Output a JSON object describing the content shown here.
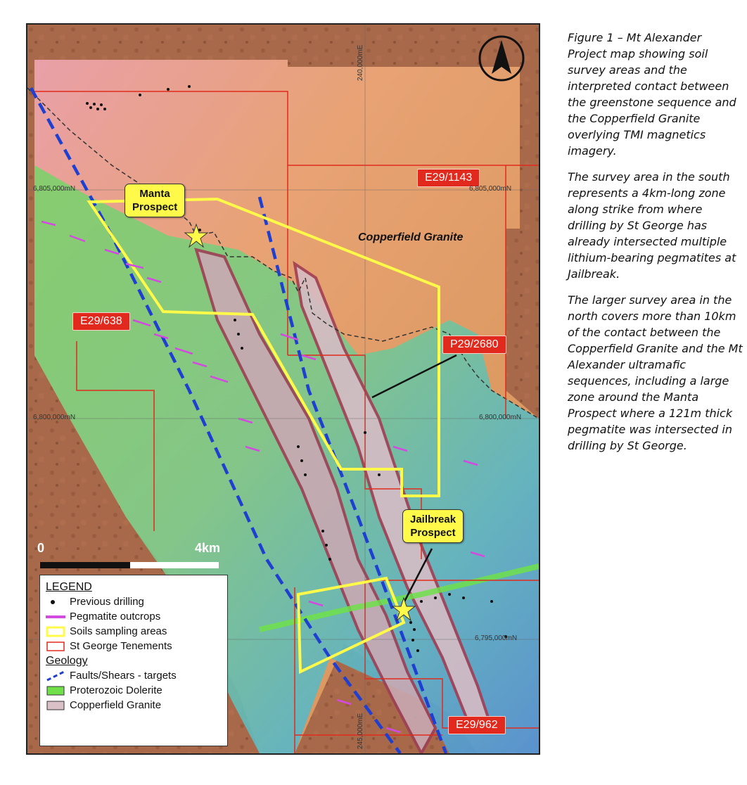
{
  "map": {
    "tenements": {
      "e29_1143": "E29/1143",
      "e29_638": "E29/638",
      "p29_2680": "P29/2680",
      "e29_962": "E29/962"
    },
    "prospects": {
      "manta": [
        "Manta",
        "Prospect"
      ],
      "jailbreak": [
        "Jailbreak",
        "Prospect"
      ]
    },
    "region_label": "Copperfield Granite",
    "grid": {
      "northings": {
        "n6805": "6,805,000mN",
        "n6800": "6,800,000mN",
        "n6795": "6,795,000mN"
      },
      "eastings": {
        "e240": "240,000mE",
        "e245": "245,000mE"
      }
    },
    "scale": {
      "start": "0",
      "end": "4km"
    },
    "north_arrow_icon": "north-arrow-icon"
  },
  "legend": {
    "title": "LEGEND",
    "items": [
      "Previous drilling",
      "Pegmatite outcrops",
      "Soils sampling areas",
      "St George Tenements"
    ],
    "geology_title": "Geology",
    "geology_items": [
      "Faults/Shears - targets",
      "Proterozoic Dolerite",
      "Copperfield Granite"
    ]
  },
  "colors": {
    "tenement_red": "#e12a1d",
    "soils_yellow": "#fff94a",
    "fault_blue": "#1f3fd0",
    "pegmatite_magenta": "#d34ae0",
    "dolerite_green": "#6fe04a",
    "granite_pink": "#d9bfc6"
  },
  "caption": {
    "paragraphs": [
      "Figure 1 – Mt Alexander Project map showing soil survey areas and the interpreted contact between the greenstone sequence and the Copperfield Granite overlying TMI magnetics imagery.",
      "The survey area in the south represents a 4km-long zone along strike from where drilling by St George has already intersected multiple lithium-bearing pegmatites at Jailbreak.",
      "The larger survey area in the north covers more than 10km of the contact between the Copperfield Granite and the Mt Alexander ultramafic sequences, including a large zone around the Manta Prospect where a 121m thick pegmatite was intersected in drilling by St George."
    ]
  }
}
